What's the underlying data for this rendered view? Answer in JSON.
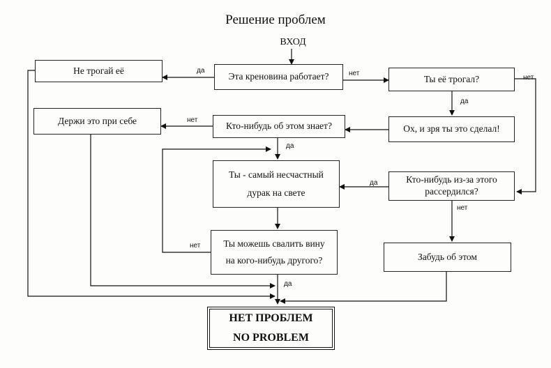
{
  "title": "Решение проблем",
  "entry": "ВХОД",
  "nodes": {
    "works": "Эта креновина работает?",
    "dont_touch": "Не трогай её",
    "touched": "Ты её трогал?",
    "shouldnt": "Ох, и зря ты это сделал!",
    "knows": "Кто-нибудь об этом знает?",
    "keep": "Держи это при себе",
    "fool_1": "Ты - самый несчастный",
    "fool_2": "дурак на свете",
    "angry_1": "Кто-нибудь из-за этого",
    "angry_2": "рассердился?",
    "blame_1": "Ты можешь свалить вину",
    "blame_2": "на кого-нибудь другого?",
    "forget": "Забудь об этом",
    "final_1": "НЕТ ПРОБЛЕМ",
    "final_2": "NO PROBLEM"
  },
  "labels": {
    "yes": "да",
    "no": "нет"
  }
}
